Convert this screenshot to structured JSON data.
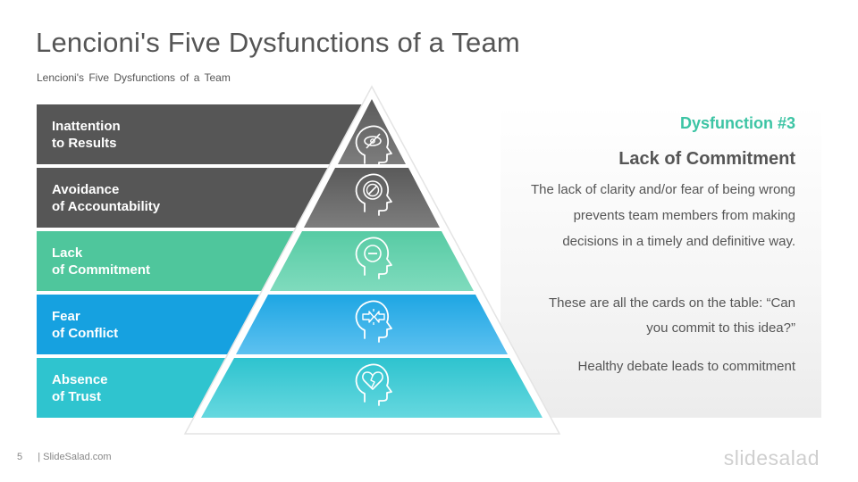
{
  "header": {
    "title": "Lencioni's Five Dysfunctions of a Team",
    "subtitle": "Lencioni's  Five Dysfunctions  of a Team"
  },
  "pyramid": {
    "levels": [
      {
        "label": "Inattention\nto Results",
        "color": "#565656",
        "icon": "eye-slash-head-icon"
      },
      {
        "label": "Avoidance\nof Accountability",
        "color": "#565656",
        "icon": "no-sign-head-icon"
      },
      {
        "label": "Lack\nof Commitment",
        "color": "#4fc69c",
        "icon": "minus-head-icon"
      },
      {
        "label": "Fear\nof Conflict",
        "color": "#16a1e0",
        "icon": "conflict-arrows-head-icon"
      },
      {
        "label": "Absence\nof Trust",
        "color": "#2fc4cf",
        "icon": "broken-heart-head-icon"
      }
    ]
  },
  "detail": {
    "heading": "Dysfunction #3",
    "title": "Lack of Commitment",
    "paragraph1": "The lack of clarity and/or fear of being wrong prevents team members from making decisions in a timely and definitive way.",
    "paragraph2": "These are all the cards on the table: “Can you commit to this idea?”",
    "paragraph3": "Healthy debate leads to commitment",
    "heading_color": "#3cc4a4"
  },
  "footer": {
    "page_number": "5",
    "brand_text": "| SlideSalad.com",
    "logo": "slidesalad"
  }
}
